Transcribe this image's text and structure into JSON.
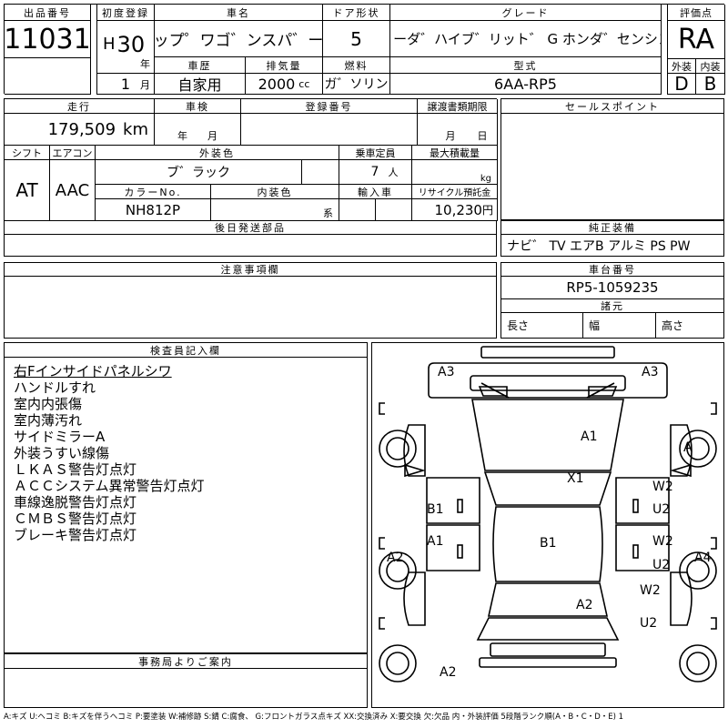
{
  "header": {
    "lot_no_label": "出品番号",
    "lot_no": "11031",
    "first_reg_label": "初度登録",
    "era": "H",
    "year": "30",
    "year_unit": "年",
    "month": "1",
    "month_unit": "月",
    "car_name_label": "車名",
    "car_name": "ステップ゜ワゴ゛ンスパ゛ーダ゛",
    "door_label": "ドア形状",
    "doors": "5",
    "grade_label": "グレード",
    "grade": "スパ゜ーダ゛ハイブ゛リット゛ G ホンダ゛センシング゛",
    "score_label": "評価点",
    "score": "RA",
    "history_label": "車歴",
    "history": "自家用",
    "displacement_label": "排気量",
    "displacement": "2000",
    "displacement_unit": "cc",
    "fuel_label": "燃料",
    "fuel": "ガ゛ソリン",
    "model_label": "型式",
    "model": "6AA-RP5",
    "exterior_grade_label": "外装",
    "exterior_grade": "D",
    "interior_grade_label": "内装",
    "interior_grade": "B"
  },
  "specs": {
    "mileage_label": "走行",
    "mileage": "179,509",
    "mileage_unit": "km",
    "inspection_label": "車検",
    "inspection_year_unit": "年",
    "inspection_month_unit": "月",
    "plate_label": "登録番号",
    "transfer_label": "譲渡書類期限",
    "transfer_month_unit": "月",
    "transfer_day_unit": "日",
    "shift_label": "シフト",
    "shift": "AT",
    "ac_label": "エアコン",
    "ac": "AAC",
    "color_label": "外装色",
    "color": "ブ゛ラック",
    "capacity_label": "乗車定員",
    "capacity": "7",
    "capacity_unit": "人",
    "max_load_label": "最大積載量",
    "max_load_unit": "kg",
    "color_no_label": "カラーNo.",
    "color_no": "NH812P",
    "interior_color_label": "内装色",
    "interior_color_unit": "系",
    "import_label": "輸入車",
    "recycle_label": "リサイクル預託金",
    "recycle": "10,230",
    "recycle_unit": "円"
  },
  "sections": {
    "sales_points_label": "セールスポイント",
    "equipment_label": "純正装備",
    "equipment": "ナビ゛ TV エアB アルミ PS PW",
    "shipping_label": "後日発送部品",
    "caution_label": "注意事項欄",
    "chassis_label": "車台番号",
    "chassis": "RP5-1059235",
    "dimensions_label": "諸元",
    "length_label": "長さ",
    "width_label": "幅",
    "height_label": "高さ",
    "inspector_label": "検査員記入欄",
    "office_label": "事務局よりご案内"
  },
  "inspector_notes": [
    "右Fインサイドパネルシワ",
    "ハンドルすれ",
    "室内内張傷",
    "室内薄汚れ",
    "サイドミラーA",
    "外装うすい線傷",
    "ＬＫＡＳ警告灯点灯",
    "ＡＣＣシステム異常警告灯点灯",
    "車線逸脱警告灯点灯",
    "ＣＭＢＳ警告灯点灯",
    "ブレーキ警告灯点灯"
  ],
  "damage_marks": {
    "front_left": "A3",
    "front_right": "A3",
    "hood": "A1",
    "right_mirror": "A",
    "windshield": "X1",
    "left_front_door": "B1",
    "right_front_door_upper": "W2",
    "right_front_door_lower": "U2",
    "roof": "B1",
    "left_rear_door": "A1",
    "right_rear_door_upper": "W2",
    "right_rear_door_lower": "U2",
    "left_fender": "A2",
    "right_fender": "A4",
    "rear": "A2",
    "right_quarter_upper": "W2",
    "right_quarter_lower": "U2",
    "rear_bumper": "A2"
  },
  "legend": "A:キズ U:ヘコミ B:キズを伴うヘコミ P:要塗装 W:補修跡 S:錆 C:腐食、 G:フロントガラス点キズ XX:交換済み X:要交換 欠:欠品 内・外装評価 5段階ランク順(A・B・C・D・E) 1"
}
